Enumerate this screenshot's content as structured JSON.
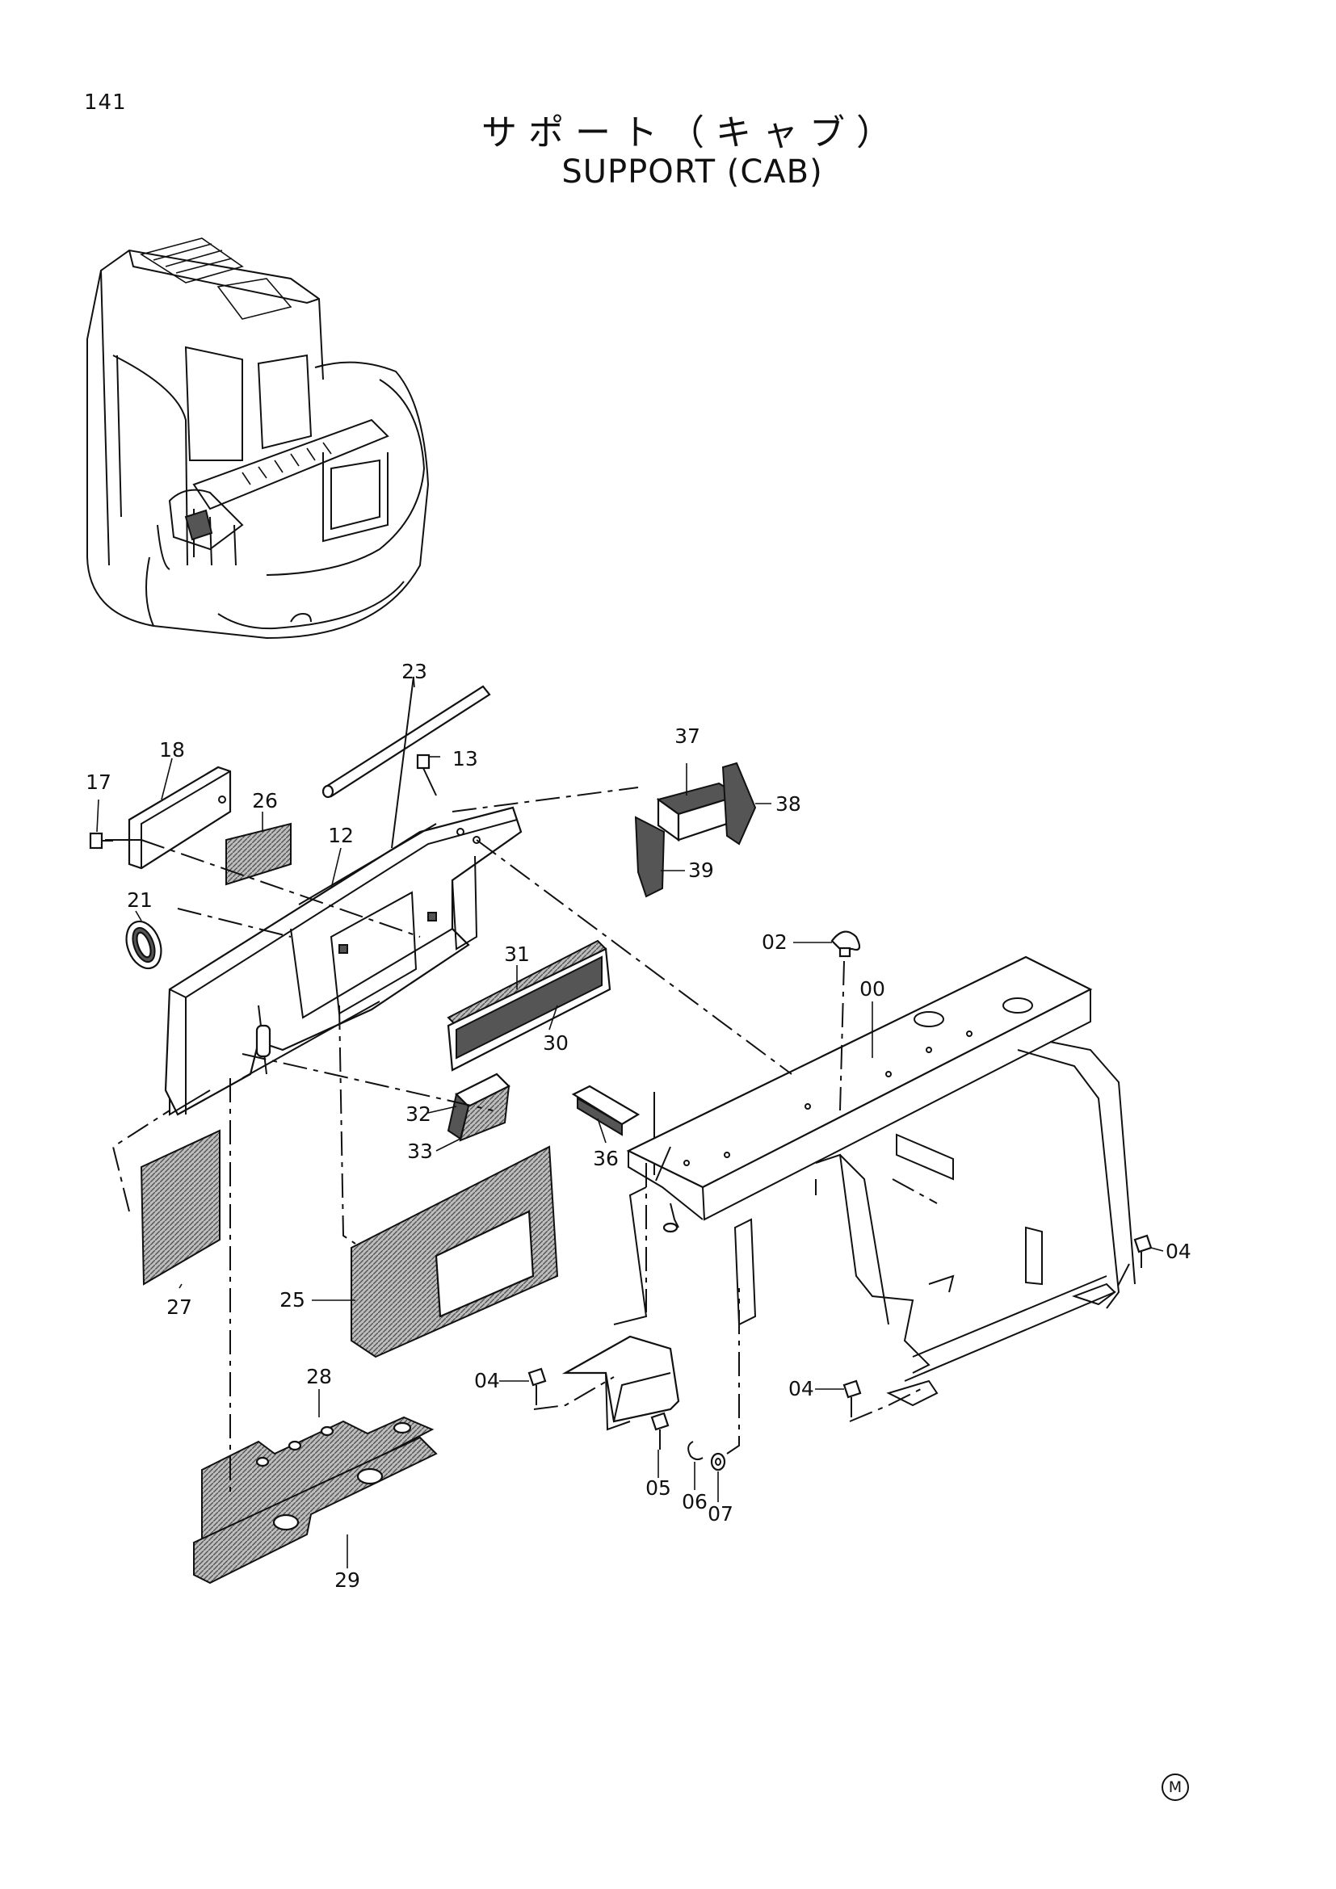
{
  "page_number": "141",
  "title_jp": "サポート（キャブ）",
  "title_en": "SUPPORT (CAB)",
  "corner_mark": "M",
  "part_labels": {
    "p00": "00",
    "p02": "02",
    "p04a": "04",
    "p04b": "04",
    "p04c": "04",
    "p05": "05",
    "p06": "06",
    "p07": "07",
    "p12": "12",
    "p13": "13",
    "p17": "17",
    "p18": "18",
    "p21": "21",
    "p23": "23",
    "p25": "25",
    "p26": "26",
    "p27": "27",
    "p28": "28",
    "p29": "29",
    "p30": "30",
    "p31": "31",
    "p32": "32",
    "p33": "33",
    "p36": "36",
    "p37": "37",
    "p38": "38",
    "p39": "39"
  }
}
